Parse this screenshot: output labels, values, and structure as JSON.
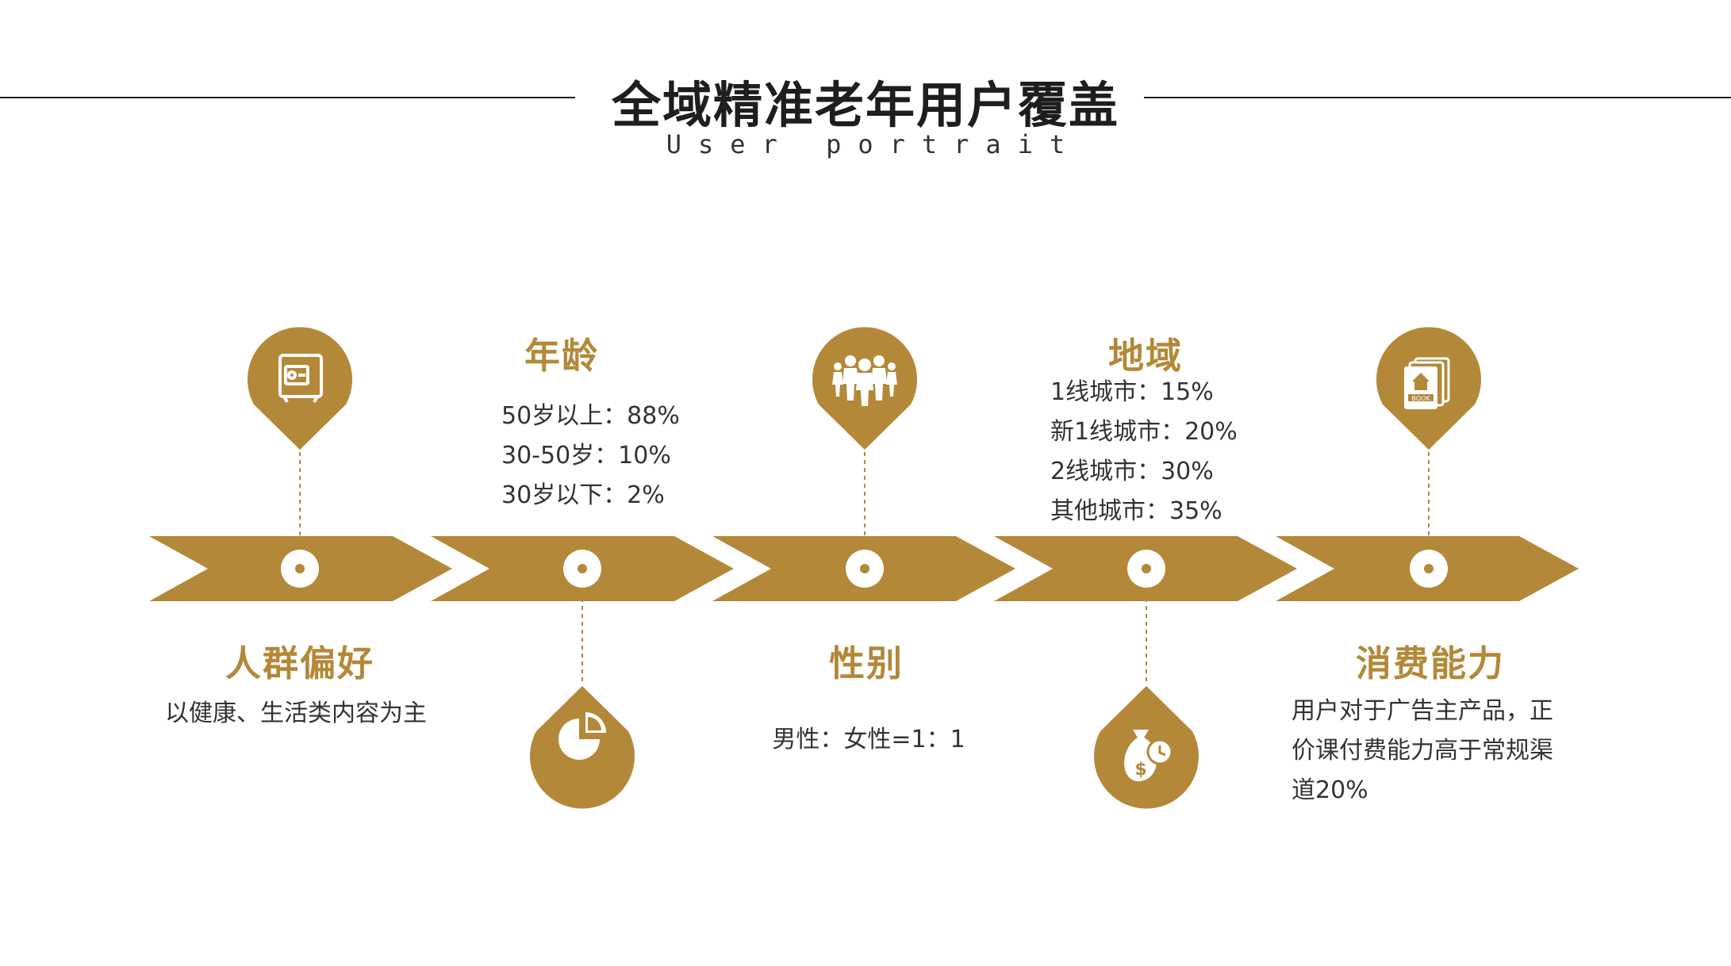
{
  "title": "全域精准老年用户覆盖",
  "subtitle": "User portrait",
  "accent_color": "#b38838",
  "steps": [
    {
      "heading": "人群偏好",
      "icon": "safe-icon",
      "lines": [
        "以健康、生活类内容为主"
      ]
    },
    {
      "heading": "年龄",
      "icon": "pie-chart-icon",
      "lines": [
        "50岁以上：88%",
        "30-50岁：10%",
        "30岁以下：2%"
      ]
    },
    {
      "heading": "性别",
      "icon": "people-group-icon",
      "lines": [
        "男性：女性=1：1"
      ]
    },
    {
      "heading": "地域",
      "icon": "money-bag-clock-icon",
      "lines": [
        "1线城市：15%",
        "新1线城市：20%",
        "2线城市：30%",
        "其他城市：35%"
      ]
    },
    {
      "heading": "消费能力",
      "icon": "book-icon",
      "lines": [
        "用户对于广告主产品，正",
        "价课付费能力高于常规渠",
        "道20%"
      ]
    }
  ]
}
